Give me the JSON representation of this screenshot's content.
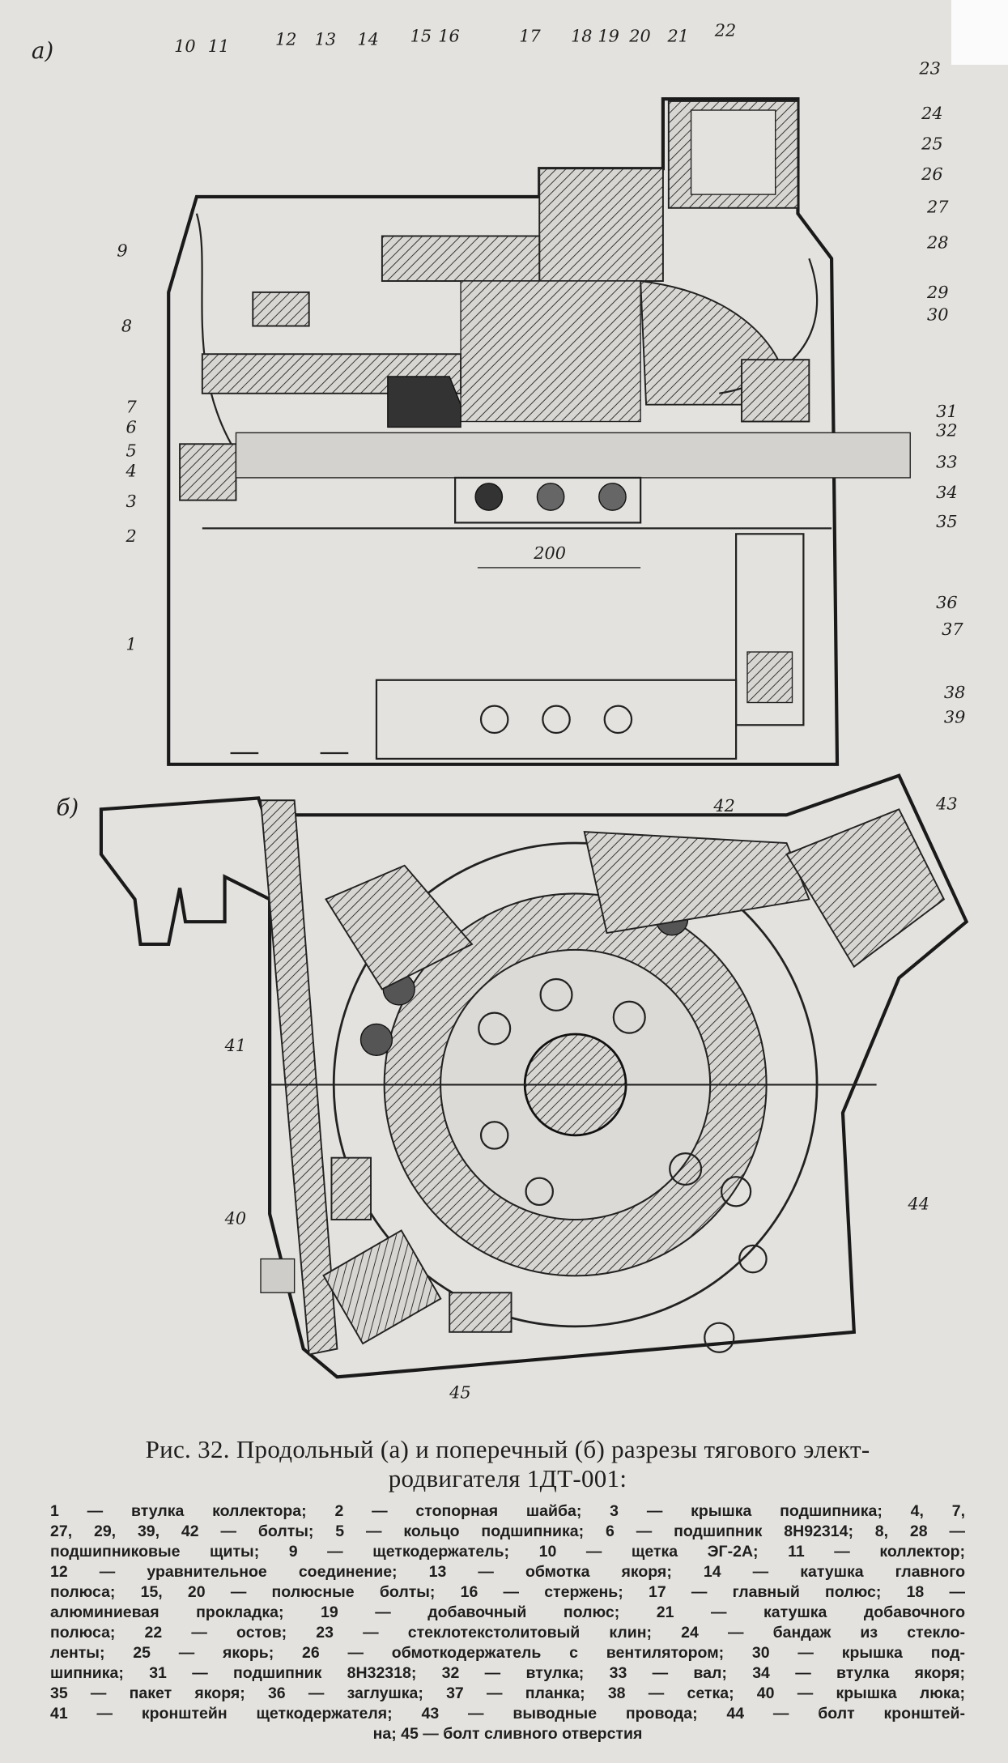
{
  "diagram": {
    "part_a": "а)",
    "part_b": "б)",
    "dimension": "200",
    "labels": [
      "1",
      "2",
      "3",
      "4",
      "5",
      "6",
      "7",
      "8",
      "9",
      "10",
      "11",
      "12",
      "13",
      "14",
      "15",
      "16",
      "17",
      "18",
      "19",
      "20",
      "21",
      "22",
      "23",
      "24",
      "25",
      "26",
      "27",
      "28",
      "29",
      "30",
      "31",
      "32",
      "33",
      "34",
      "35",
      "36",
      "37",
      "38",
      "39",
      "40",
      "41",
      "42",
      "43",
      "44",
      "45"
    ]
  },
  "caption": {
    "title_line1": "Рис. 32. Продольный (а) и поперечный (б) разрезы тягового элект-",
    "title_line2": "родвигателя 1ДТ-001:",
    "lines": [
      "1 — втулка коллектора; 2 — стопорная шайба; 3 — крышка подшипника; 4, 7,",
      "27, 29, 39, 42 — болты; 5 — кольцо подшипника; 6 — подшипник 8Н92314; 8, 28 —",
      "подшипниковые щиты; 9 — щеткодержатель; 10 — щетка ЭГ-2А; 11 — коллектор;",
      "12 — уравнительное соединение; 13 — обмотка якоря; 14 — катушка главного",
      "полюса; 15, 20 — полюсные болты; 16 — стержень; 17 — главный полюс; 18 —",
      "алюминиевая прокладка; 19 — добавочный полюс; 21 — катушка добавочного",
      "полюса; 22 — остов; 23 — стеклотекстолитовый клин; 24 — бандаж из стекло-",
      "ленты; 25 — якорь; 26 — обмоткодержатель с вентилятором; 30 — крышка под-",
      "шипника; 31 — подшипник 8Н32318; 32 — втулка; 33 — вал; 34 — втулка якоря;",
      "35 — пакет якоря; 36 — заглушка; 37 — планка; 38 — сетка; 40 — крышка люка;",
      "41 — кронштейн щеткодержателя; 43 — выводные провода; 44 — болт кронштей-",
      "на; 45 — болт сливного отверстия"
    ]
  }
}
